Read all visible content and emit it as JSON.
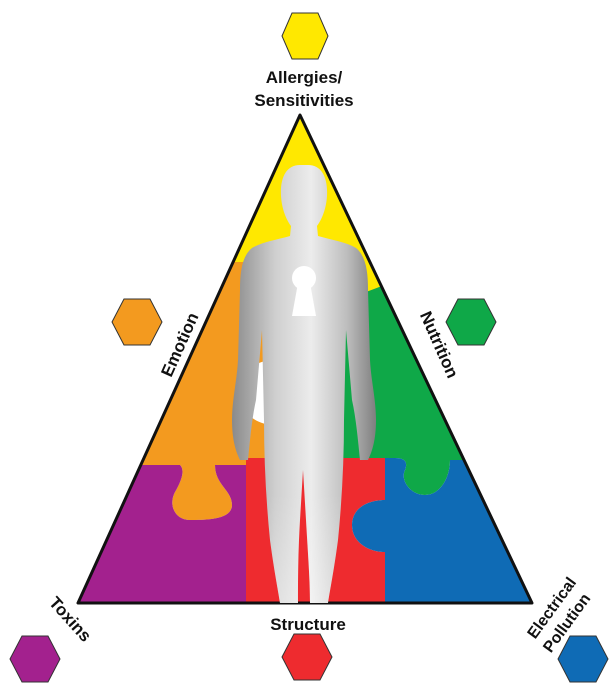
{
  "diagram": {
    "categories": {
      "allergies": {
        "line1": "Allergies/",
        "line2": "Sensitivities",
        "color": "#FFE800"
      },
      "emotion": {
        "label": "Emotion",
        "color": "#F39A1F"
      },
      "nutrition": {
        "label": "Nutrition",
        "color": "#0FA848"
      },
      "toxins": {
        "label": "Toxins",
        "color": "#A3218E"
      },
      "structure": {
        "label": "Structure",
        "color": "#EE2B2F"
      },
      "electrical": {
        "line1": "Electrical",
        "line2": "Pollution",
        "color": "#0F6BB5"
      }
    },
    "figure": {
      "description_icon": "human-figure",
      "keyhole_icon": "keyhole-icon"
    }
  }
}
